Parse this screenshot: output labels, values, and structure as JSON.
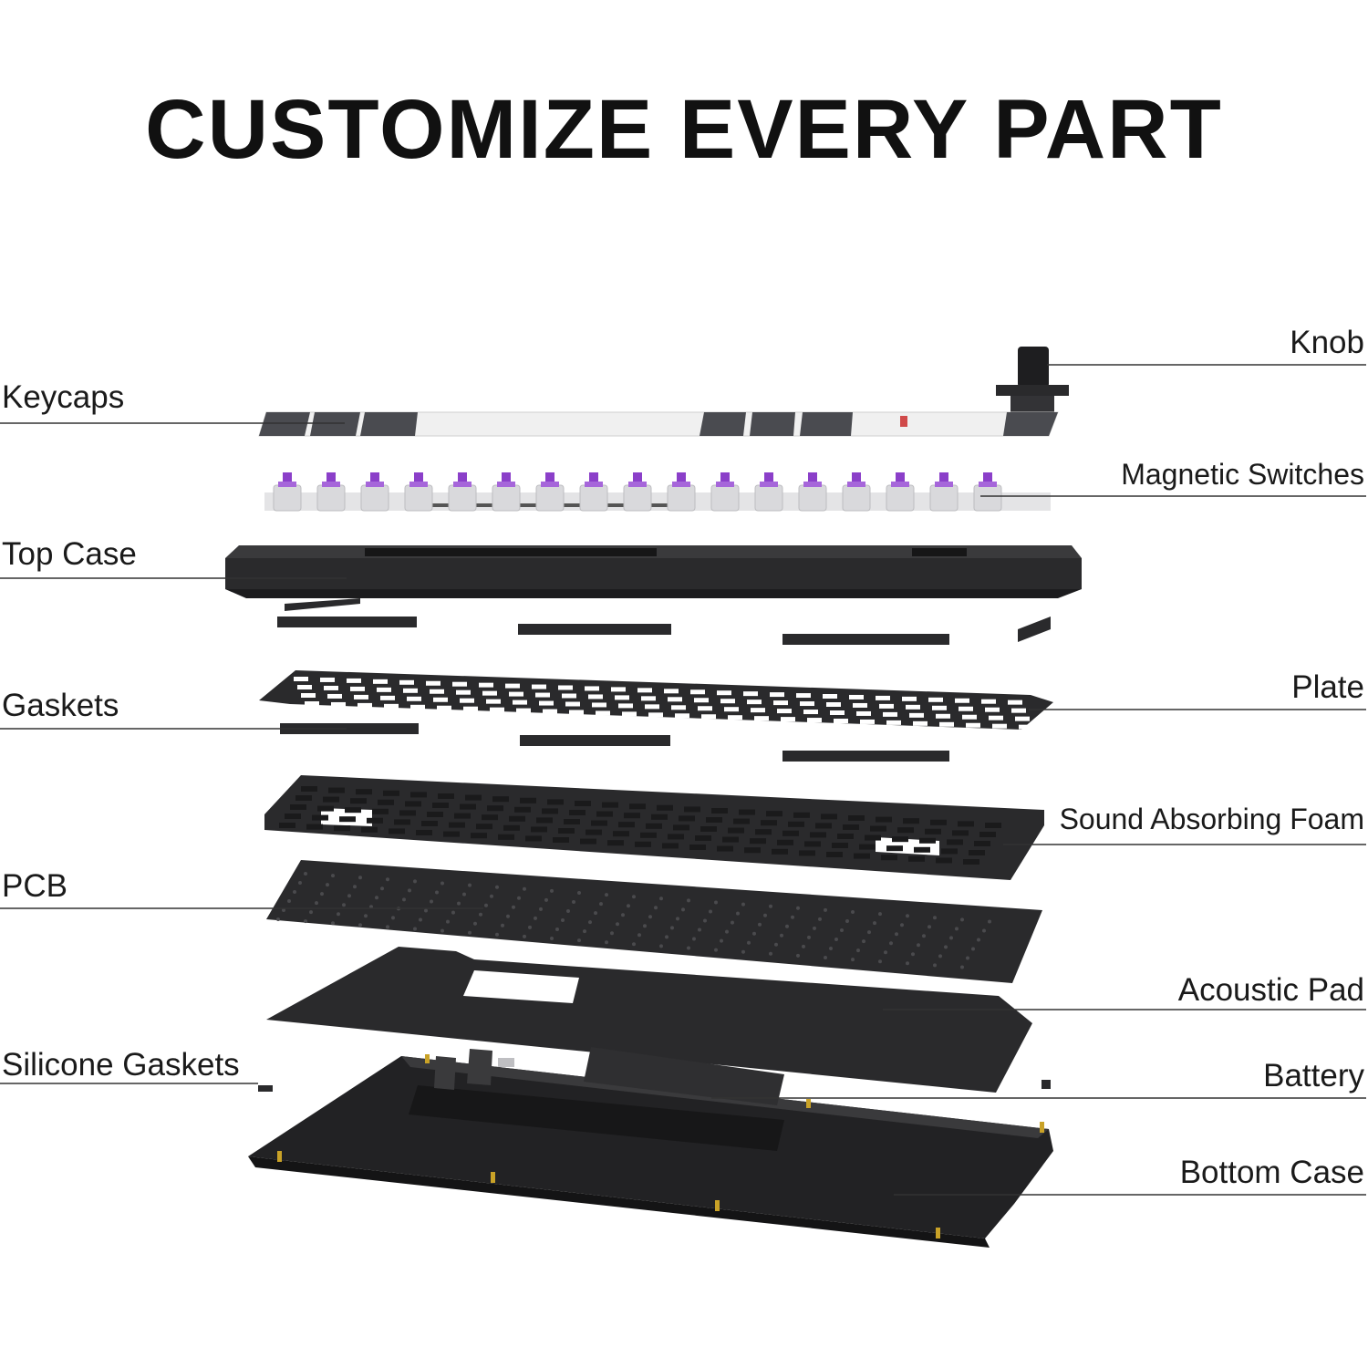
{
  "title": "CUSTOMIZE EVERY PART",
  "colors": {
    "part_dark": "#2a2a2c",
    "part_darker": "#1c1c1e",
    "keycap_white": "#f0f0f0",
    "keycap_grey": "#4a4b50",
    "switch_purple": "#8b3fc9",
    "switch_housing": "#d9d9dc",
    "leader_line": "#333333"
  },
  "labels": {
    "knob": "Knob",
    "keycaps": "Keycaps",
    "magnetic_switches": "Magnetic Switches",
    "top_case": "Top Case",
    "gaskets": "Gaskets",
    "plate": "Plate",
    "sound_absorbing_foam": "Sound Absorbing Foam",
    "pcb": "PCB",
    "acoustic_pad": "Acoustic Pad",
    "silicone_gaskets": "Silicone Gaskets",
    "battery": "Battery",
    "bottom_case": "Bottom Case"
  }
}
